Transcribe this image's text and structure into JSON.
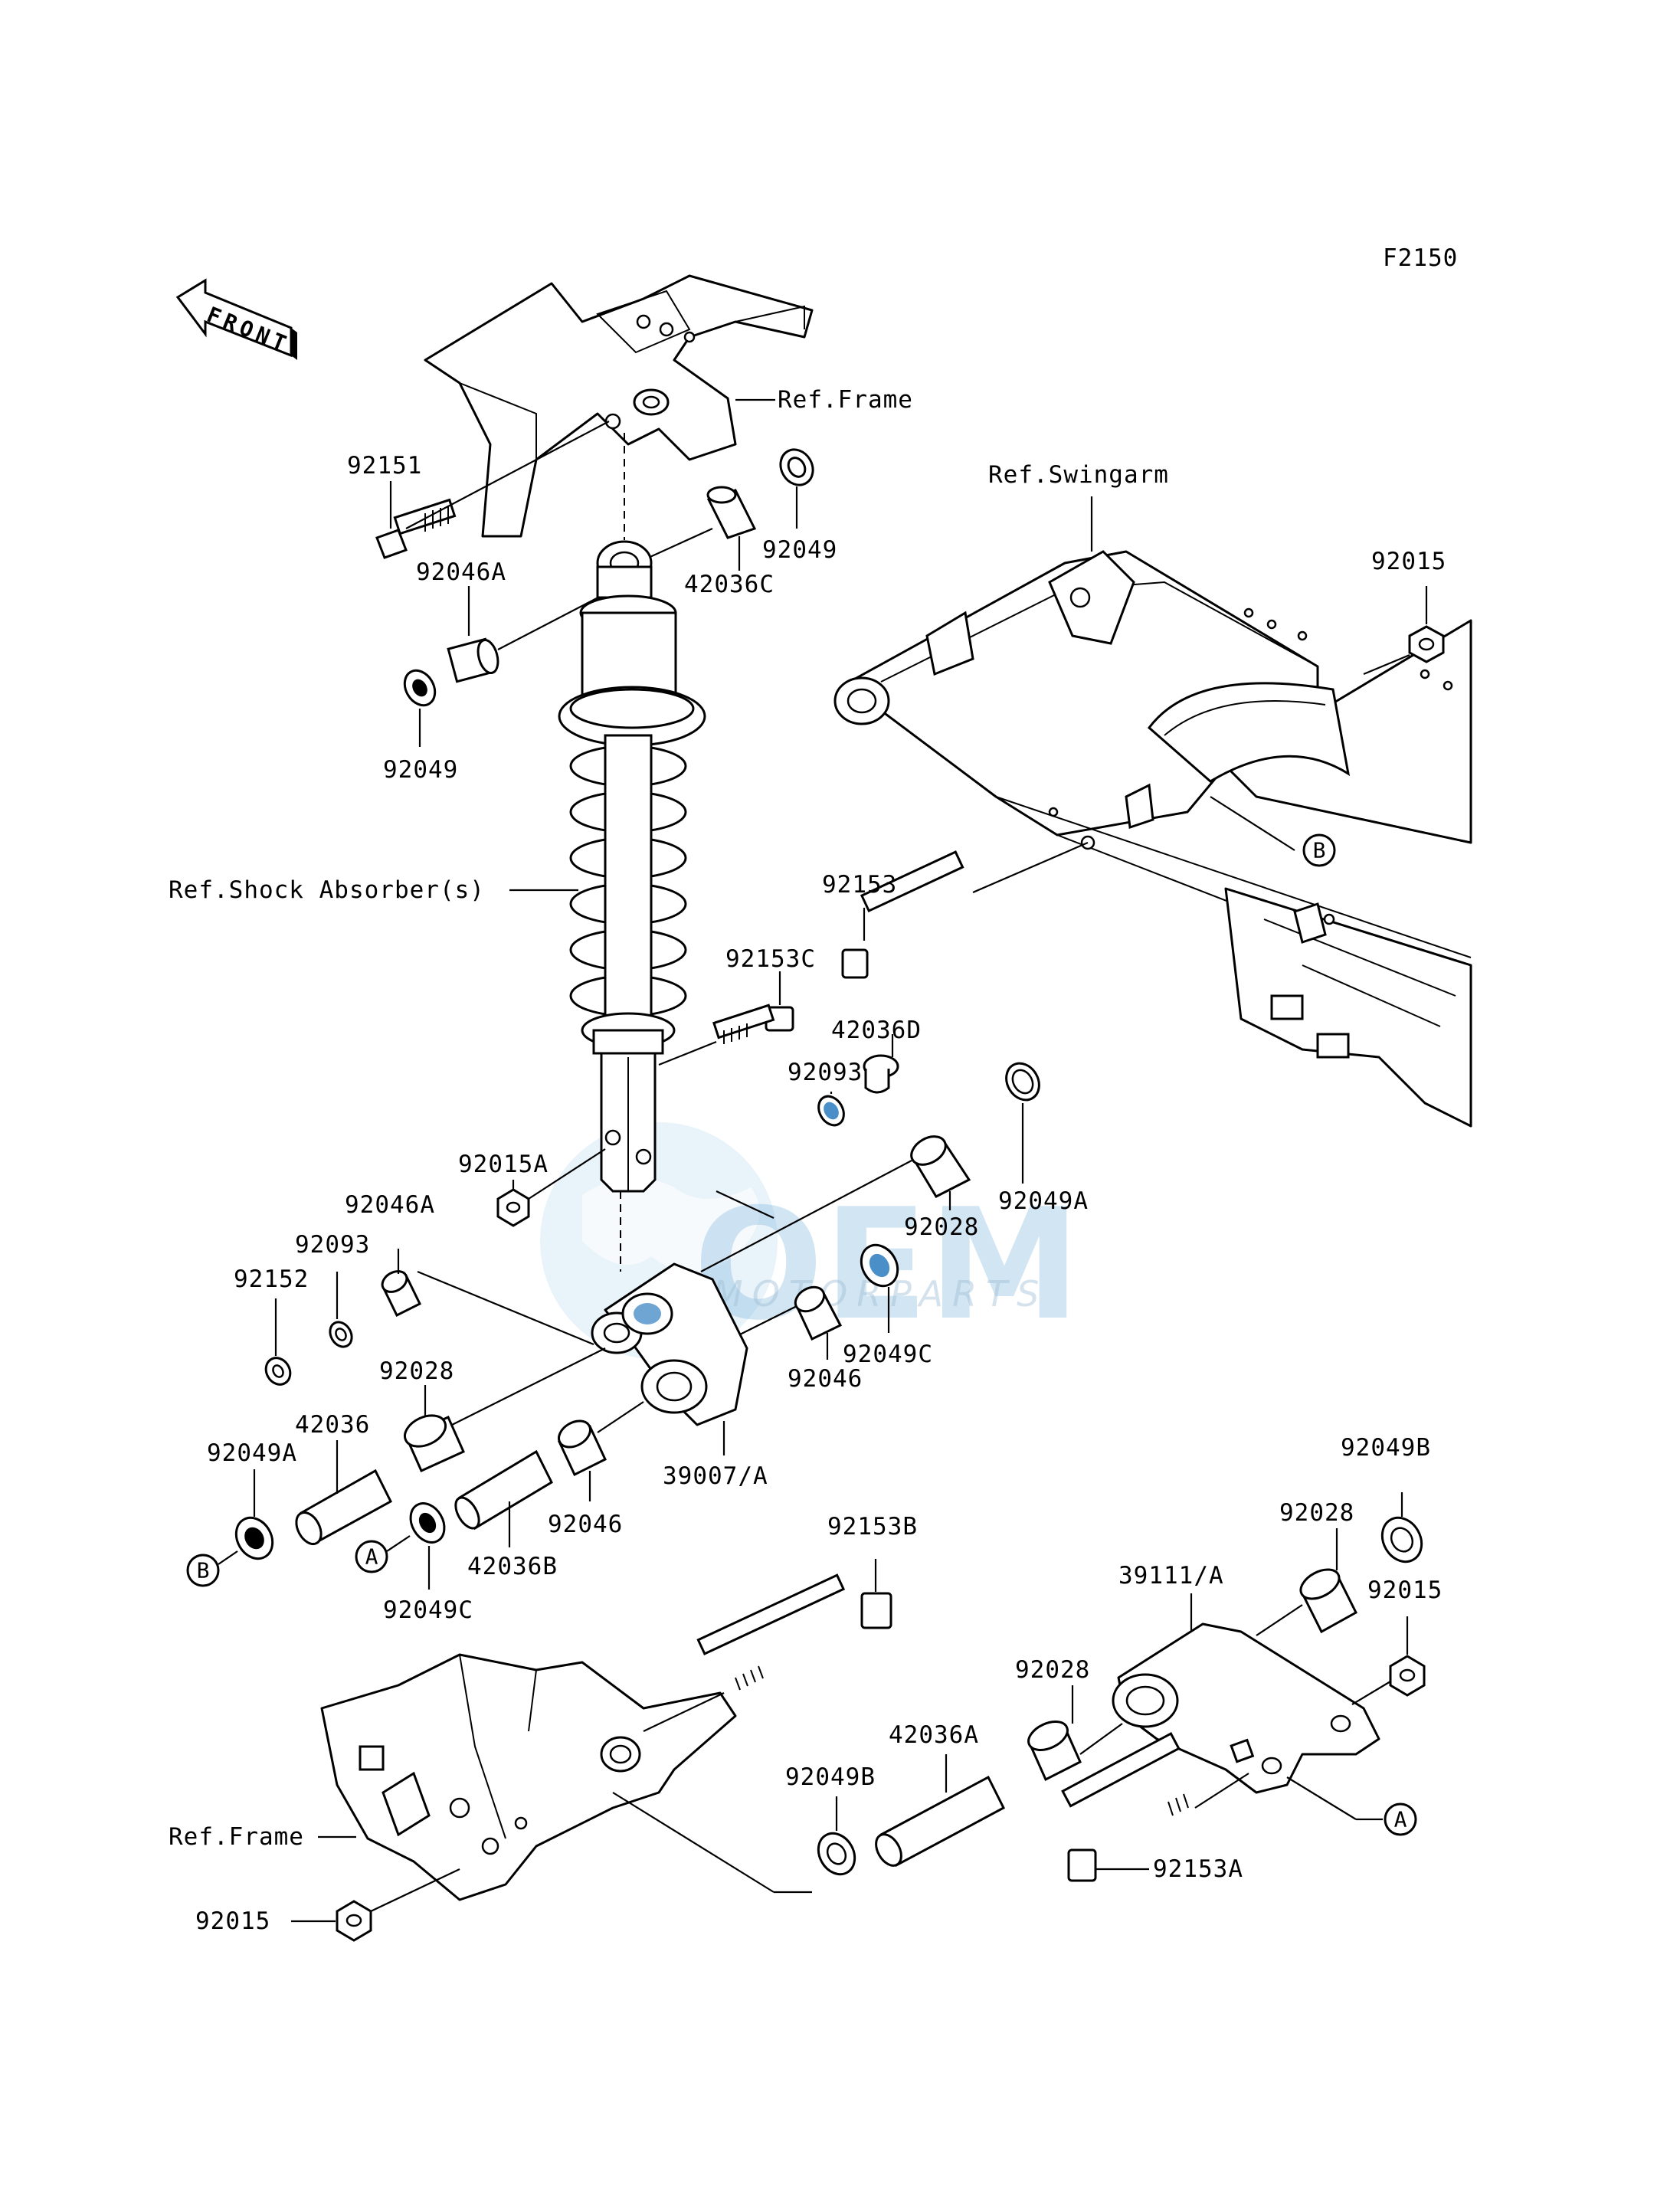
{
  "figure_code": "F2150",
  "front_arrow_text": "FRONT",
  "watermark": {
    "logo_text": "OEM",
    "sub_text": "MOTORPARTS"
  },
  "ref_labels": {
    "frame_top": "Ref.Frame",
    "swingarm": "Ref.Swingarm",
    "shock": "Ref.Shock Absorber(s)",
    "frame_bottom": "Ref.Frame"
  },
  "callouts": {
    "c92151": "92151",
    "c92046A_top": "92046A",
    "c42036C": "42036C",
    "c92049_top": "92049",
    "c92049_left": "92049",
    "c92015_top": "92015",
    "c92153": "92153",
    "c92153C": "92153C",
    "c42036D": "42036D",
    "c92093_right": "92093",
    "c92015A": "92015A",
    "c92049A_right": "92049A",
    "c92028_right": "92028",
    "c92046A_left": "92046A",
    "c92093_left": "92093",
    "c92152": "92152",
    "c92049C_right": "92049C",
    "c92046_right": "92046",
    "c92028_left": "92028",
    "c42036": "42036",
    "c39007A": "39007/A",
    "c92049A_left": "92049A",
    "c92046_center": "92046",
    "c42036B": "42036B",
    "c92049C_left": "92049C",
    "c92153B": "92153B",
    "c92049B_right": "92049B",
    "c92028_rr": "92028",
    "c39111A": "39111/A",
    "c92015_right": "92015",
    "c92028_link": "92028",
    "c42036A": "42036A",
    "c92049B_bottom": "92049B",
    "c92153A": "92153A",
    "c92015_bottom": "92015"
  },
  "ring_refs": {
    "a": "A",
    "b": "B"
  }
}
